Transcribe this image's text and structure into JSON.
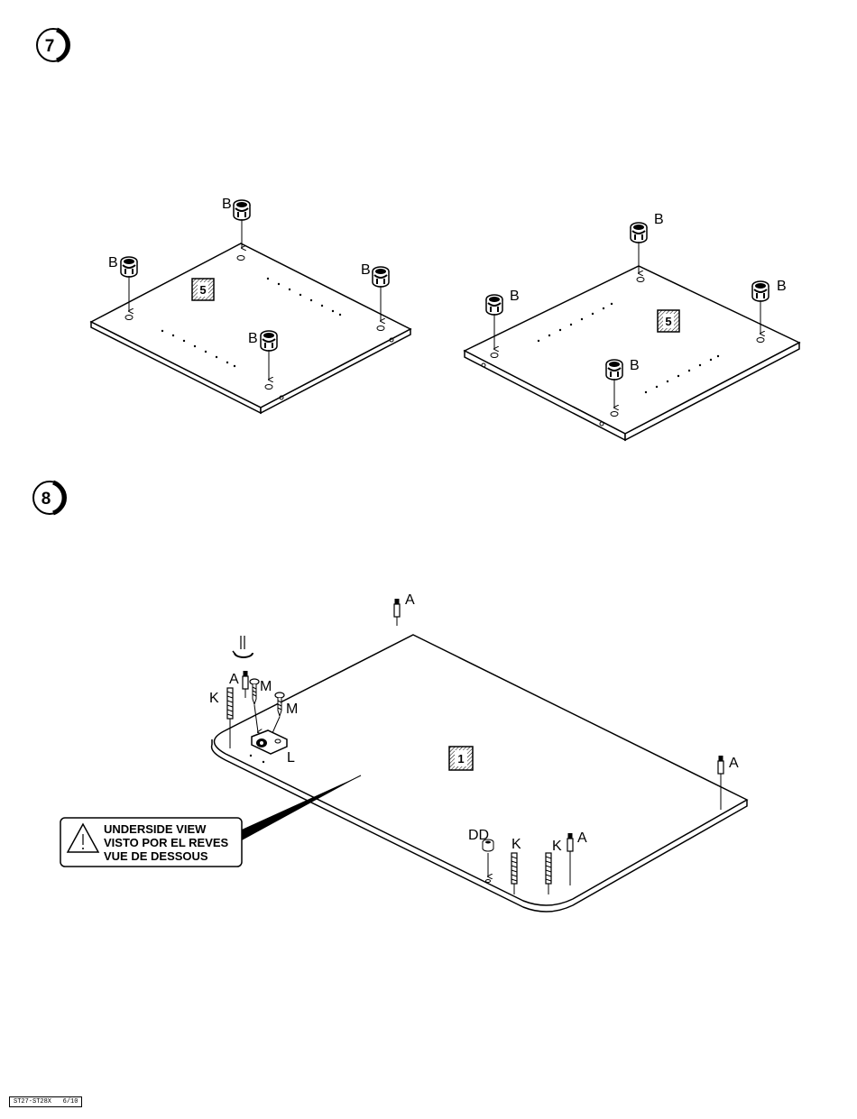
{
  "steps": [
    {
      "number": "7"
    },
    {
      "number": "8"
    }
  ],
  "step7": {
    "panel_left_part": "5",
    "panel_right_part": "5",
    "cam_label": "B"
  },
  "step8": {
    "top_part": "1",
    "labels": {
      "a": "A",
      "k": "K",
      "m": "M",
      "l": "L",
      "dd": "DD"
    },
    "warning": {
      "line1": "UNDERSIDE VIEW",
      "line2": "VISTO POR EL REVES",
      "line3": "VUE DE DESSOUS"
    }
  },
  "footer": {
    "code": "ST27-ST28X",
    "page": "6/10"
  },
  "icons": [
    "step-badge-icon",
    "cam-lock-icon",
    "dowel-icon",
    "screw-icon",
    "warning-triangle-icon",
    "screwdriver-icon"
  ]
}
